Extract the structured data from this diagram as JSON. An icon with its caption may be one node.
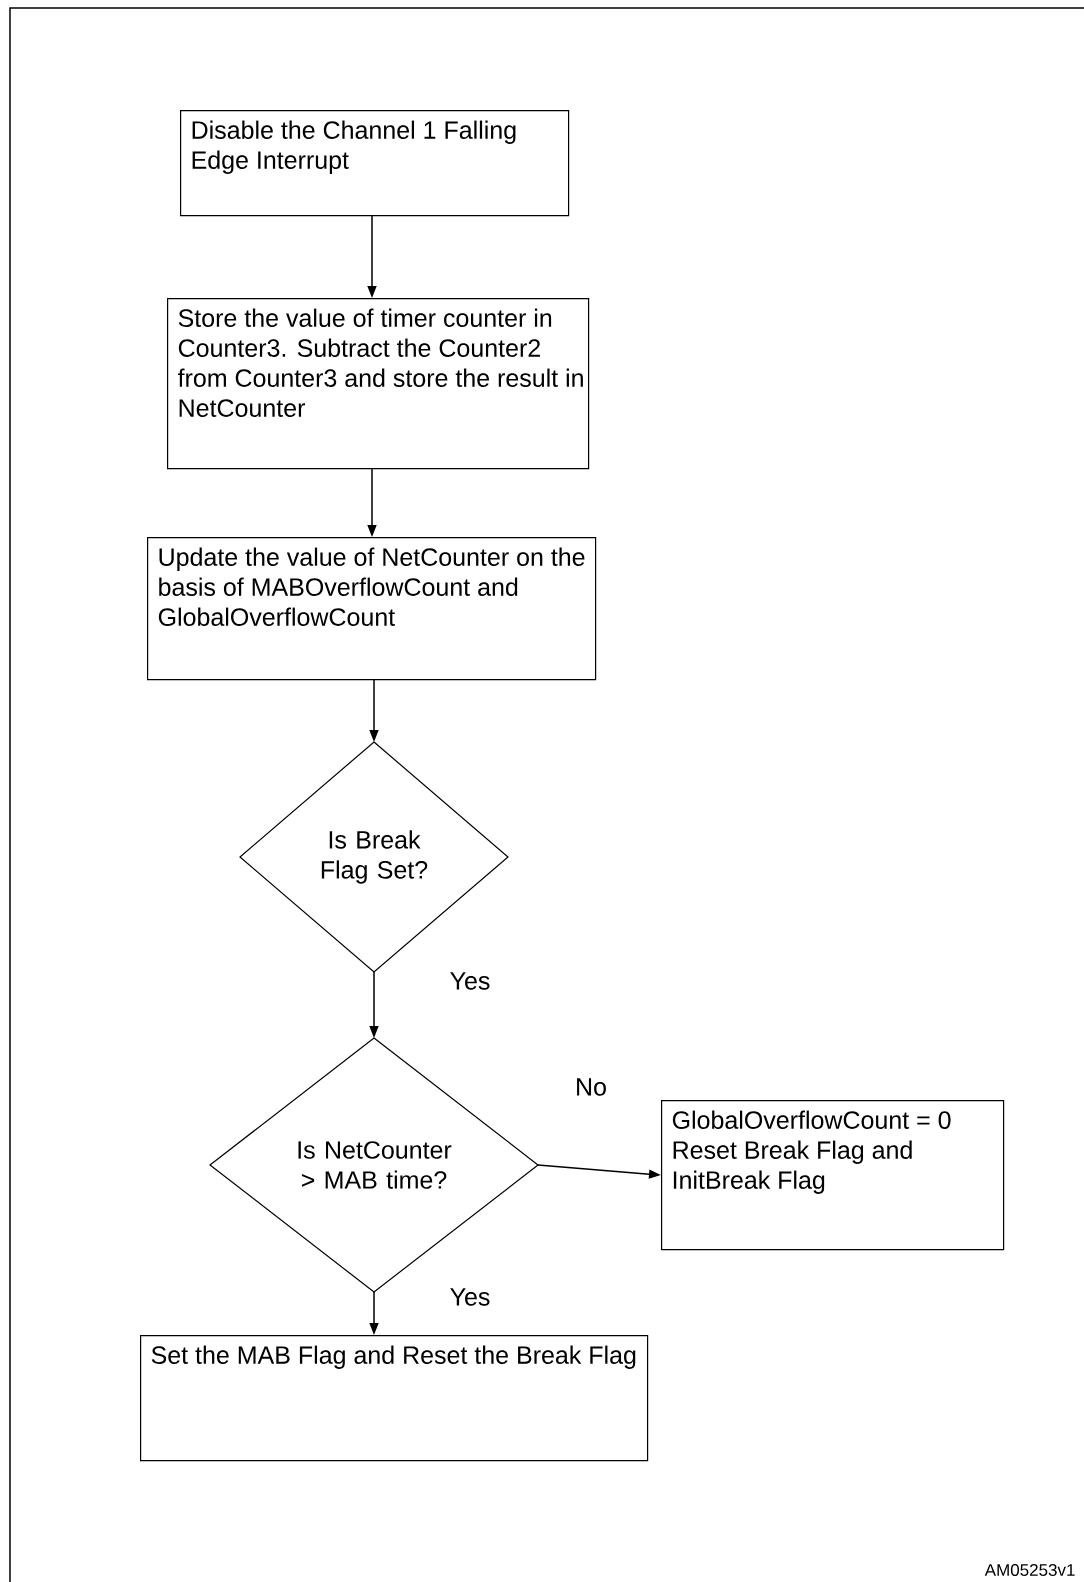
{
  "diagram": {
    "nodes": [
      {
        "text": [
          "Disable the Channel 1 Falling Edge Interrupt"
        ]
      },
      {
        "text": [
          "Store the value of timer counter in Counter3. Subtract the Counter2 from Counter3 and store the result in NetCounter"
        ]
      },
      {
        "text": [
          "Update the value of NetCounter on the basis of MABOverflowCount and GlobalOverflowCount"
        ]
      },
      {
        "text": [
          "Is Break Flag Set?"
        ]
      },
      {
        "text": [
          "Is NetCounter > MAB time?"
        ]
      },
      {
        "text": [
          "GlobalOverflowCount = 0 Reset Break Flag and InitBreak Flag"
        ]
      },
      {
        "text": [
          "Set the MAB Flag and Reset the Break Flag"
        ]
      }
    ],
    "edges": [
      {
        "from": 0,
        "to": 1,
        "arrow": "to"
      },
      {
        "from": 1,
        "to": 2,
        "arrow": "to"
      },
      {
        "from": 2,
        "to": 3,
        "arrow": "to"
      },
      {
        "from": 3,
        "to": 4,
        "arrow": "to",
        "label": "Yes"
      },
      {
        "from": 4,
        "to": 5,
        "arrow": "to",
        "label": "No"
      },
      {
        "from": 4,
        "to": 6,
        "arrow": "to",
        "label": "Yes"
      }
    ],
    "labels": [
      "AM05253v1"
    ]
  }
}
